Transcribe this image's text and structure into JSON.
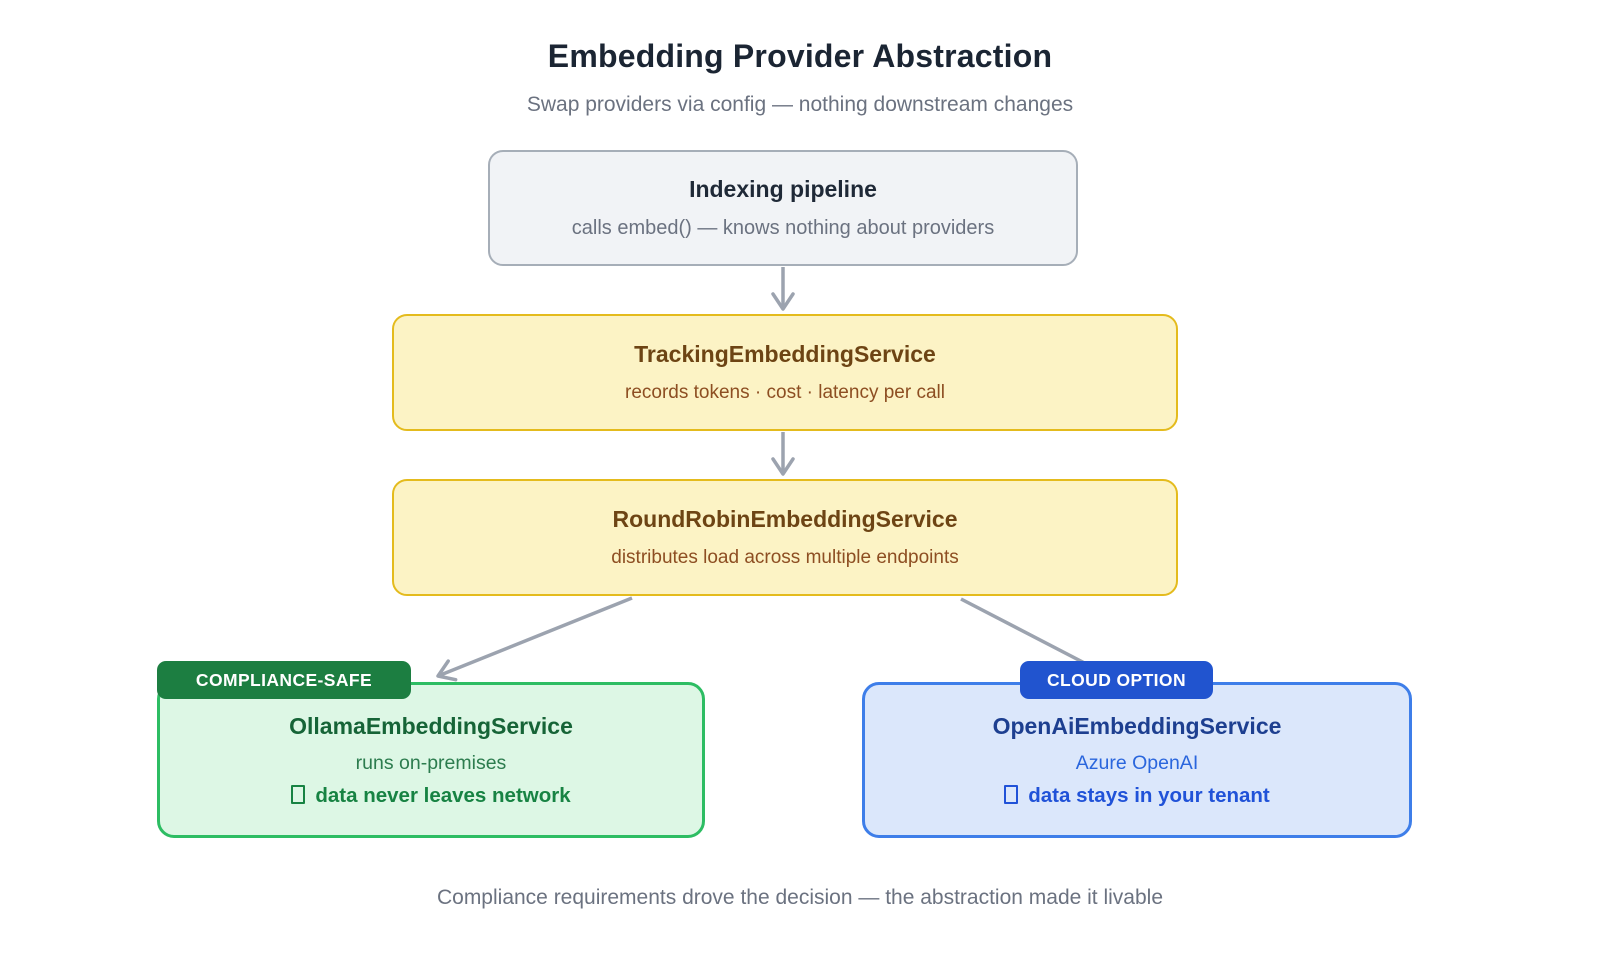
{
  "header": {
    "title": "Embedding Provider Abstraction",
    "subtitle": "Swap providers via config — nothing downstream changes"
  },
  "nodes": {
    "indexing": {
      "title": "Indexing pipeline",
      "subtitle": "calls embed() — knows nothing about providers"
    },
    "tracking": {
      "title": "TrackingEmbeddingService",
      "subtitle": "records tokens · cost · latency per call"
    },
    "roundrobin": {
      "title": "RoundRobinEmbeddingService",
      "subtitle": "distributes load across multiple endpoints"
    },
    "ollama": {
      "badge": "COMPLIANCE-SAFE",
      "title": "OllamaEmbeddingService",
      "subtitle": "runs on-premises",
      "highlight": "data never leaves network",
      "highlight_icon": "lock-missing-glyph"
    },
    "openai": {
      "badge": "CLOUD OPTION",
      "title": "OpenAiEmbeddingService",
      "subtitle": "Azure OpenAI",
      "highlight": "data stays in your tenant",
      "highlight_icon": "lock-missing-glyph"
    }
  },
  "edges": [
    {
      "from": "indexing",
      "to": "tracking"
    },
    {
      "from": "tracking",
      "to": "roundrobin"
    },
    {
      "from": "roundrobin",
      "to": "ollama"
    },
    {
      "from": "roundrobin",
      "to": "openai"
    }
  ],
  "footer": {
    "text": "Compliance requirements drove the decision — the abstraction made it livable"
  },
  "colors": {
    "arrow": "#9ca3af",
    "gray_node_bg": "#f1f3f6",
    "gray_node_border": "#a6aeb8",
    "yellow_node_bg": "#fcf3c5",
    "yellow_node_border": "#e4bb1d",
    "yellow_title_text": "#6d4414",
    "green_node_bg": "#ddf7e5",
    "green_node_border": "#2dbd63",
    "green_badge_bg": "#1c7e41",
    "green_title_text": "#166437",
    "blue_node_bg": "#dbe7fb",
    "blue_node_border": "#3e7ee9",
    "blue_badge_bg": "#2154cf",
    "blue_title_text": "#1d3f90",
    "muted_text": "#6b7280",
    "heading_text": "#1b2533"
  }
}
